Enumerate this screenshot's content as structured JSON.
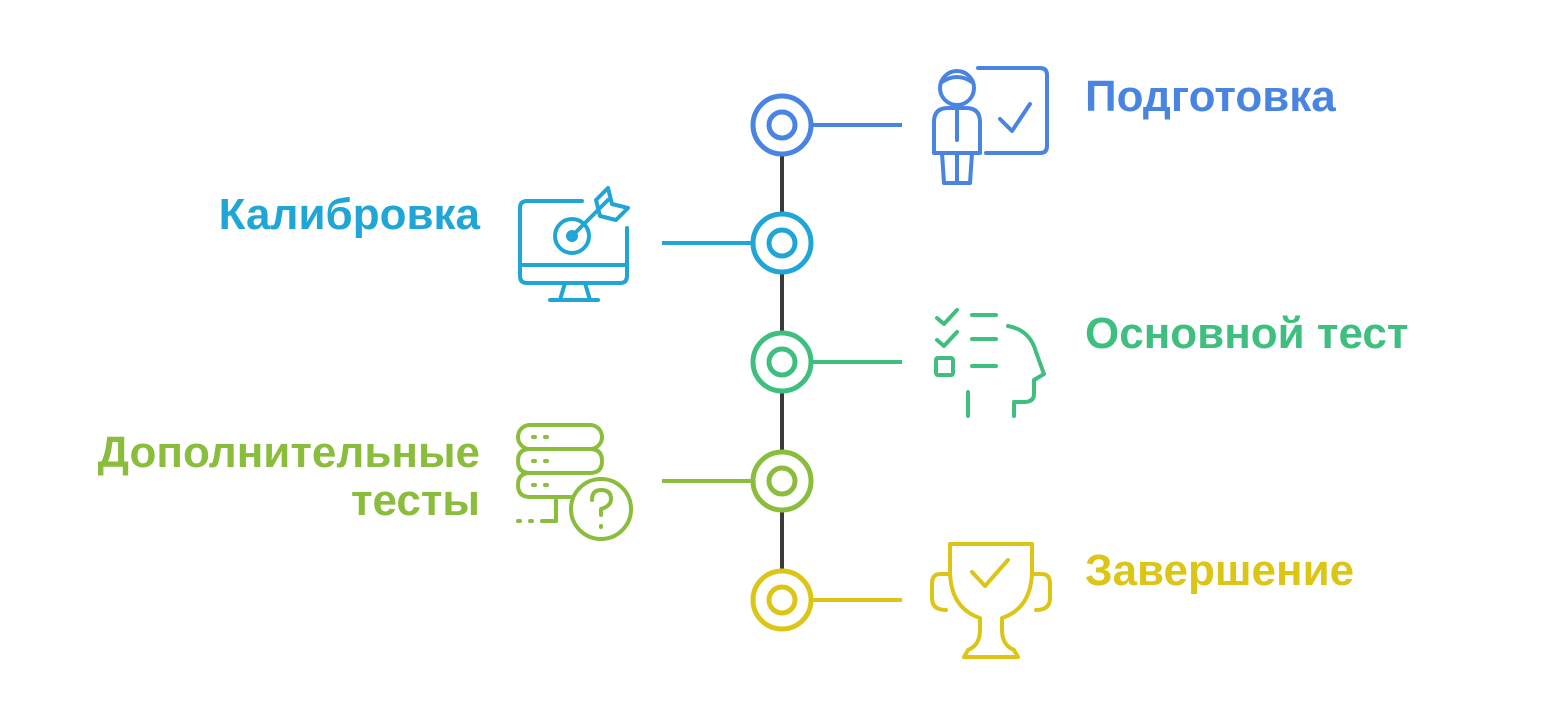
{
  "steps": [
    {
      "label_lines": [
        "Подготовка"
      ],
      "color": "#4a84e2",
      "side": "right",
      "icon": "teacher-board-icon"
    },
    {
      "label_lines": [
        "Калибровка"
      ],
      "color": "#1fa6d6",
      "side": "left",
      "icon": "monitor-target-icon"
    },
    {
      "label_lines": [
        "Основной тест"
      ],
      "color": "#3ebf7f",
      "side": "right",
      "icon": "head-checklist-icon"
    },
    {
      "label_lines": [
        "Дополнительные",
        "тесты"
      ],
      "color": "#8bbd3c",
      "side": "left",
      "icon": "database-question-icon"
    },
    {
      "label_lines": [
        "Завершение"
      ],
      "color": "#dcc514",
      "side": "right",
      "icon": "trophy-check-icon"
    }
  ],
  "spine_color": "#3a3a3a"
}
